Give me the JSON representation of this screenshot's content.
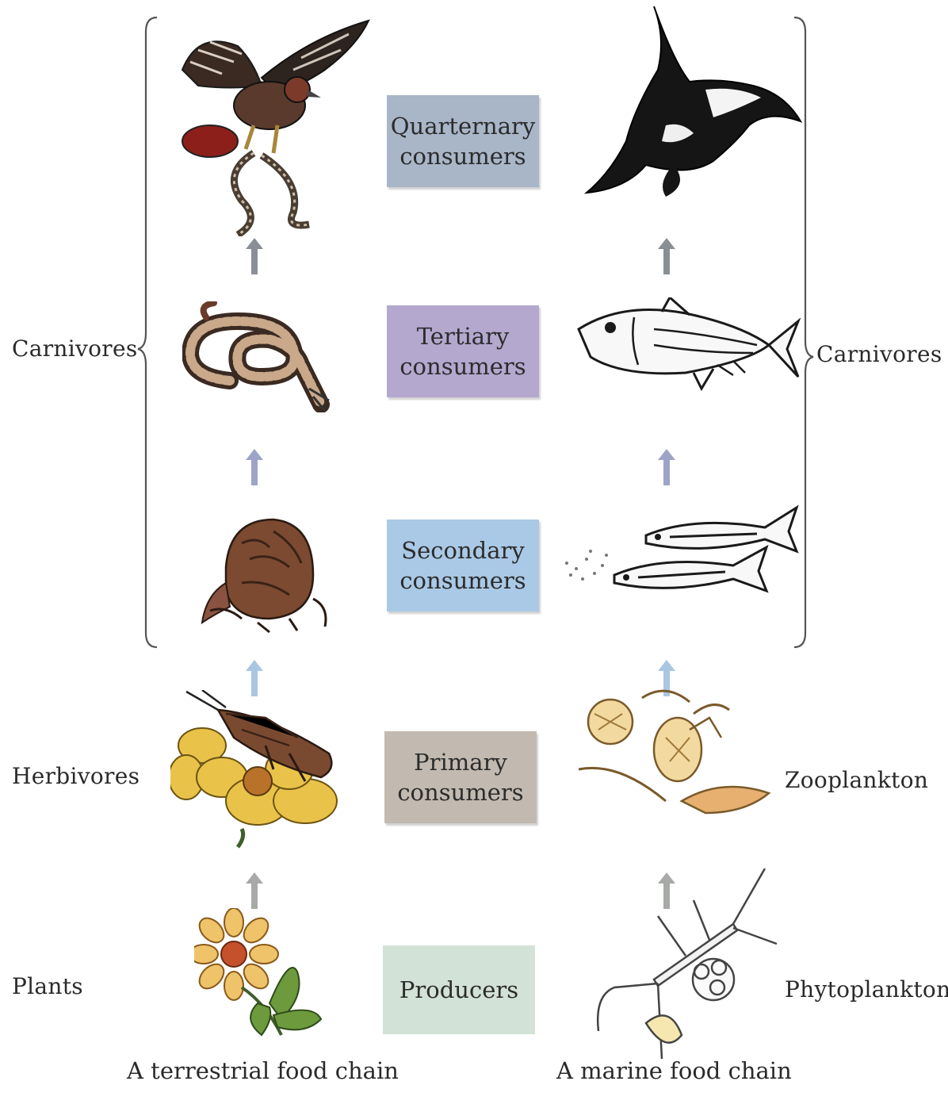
{
  "levels": {
    "quaternary": {
      "line1": "Quarternary",
      "line2": "consumers",
      "color": "#a9b6c8"
    },
    "tertiary": {
      "line1": "Tertiary",
      "line2": "consumers",
      "color": "#b4a8cf"
    },
    "secondary": {
      "line1": "Secondary",
      "line2": "consumers",
      "color": "#a9c9e6"
    },
    "primary": {
      "line1": "Primary",
      "line2": "consumers",
      "color": "#c2bab0"
    },
    "producers": {
      "line1": "Producers",
      "color": "#d3e2d6"
    }
  },
  "left_labels": {
    "carnivores": "Carnivores",
    "herbivores": "Herbivores",
    "plants": "Plants"
  },
  "right_labels": {
    "carnivores": "Carnivores",
    "zooplankton": "Zooplankton",
    "phytoplankton": "Phytoplankton"
  },
  "captions": {
    "terrestrial": "A terrestrial food chain",
    "marine": "A marine food chain"
  },
  "terrestrial_organisms": [
    "hawk-icon",
    "snake-icon",
    "shrew-icon",
    "grasshopper-on-flower-icon",
    "flower-plant-icon"
  ],
  "marine_organisms": [
    "orca-icon",
    "tuna-icon",
    "herring-icon",
    "zooplankton-icon",
    "phytoplankton-icon"
  ],
  "arrow_colors": {
    "top": "#8a8f96",
    "middle": "#9ea3c8",
    "lower": "#a9c6e2",
    "bottom": "#a8aaa8"
  }
}
